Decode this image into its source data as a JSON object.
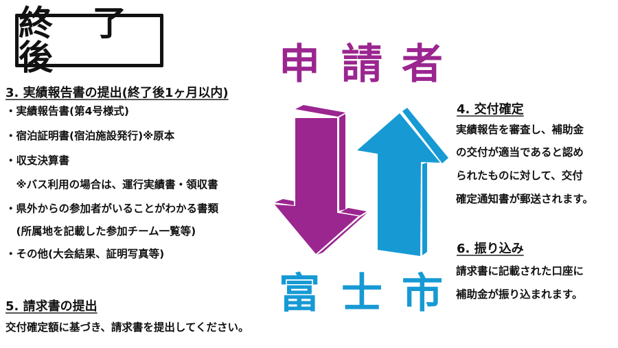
{
  "title_box": {
    "label": "終 了 後"
  },
  "applicant_label": [
    "申",
    "請",
    "者"
  ],
  "city_label": [
    "富",
    "士",
    "市"
  ],
  "colors": {
    "applicant_purple": "#9B2690",
    "city_blue": "#179AD4",
    "text": "#111111"
  },
  "arrows": {
    "down": {
      "icon": "down-arrow",
      "color": "#9B2690",
      "meaning": "申請者 → 富士市"
    },
    "up": {
      "icon": "up-arrow",
      "color": "#179AD4",
      "meaning": "富士市 → 申請者"
    }
  },
  "section3": {
    "heading": "3. 実績報告書の提出(終了後1ヶ月以内)",
    "items": [
      "・実績報告書(第4号様式)",
      "・宿泊証明書(宿泊施設発行)※原本",
      "・収支決算書",
      "　※バス利用の場合は、運行実績書・領収書",
      "・県外からの参加者がいることがわかる書類",
      "　(所属地を記載した参加チーム一覧等)",
      "・その他(大会結果、証明写真等)"
    ]
  },
  "section4": {
    "heading": "4. 交付確定",
    "lines": [
      "実績報告を審査し、補助金",
      "の交付が適当であると認め",
      "られたものに対して、交付",
      "確定通知書が郵送されます。"
    ]
  },
  "section5": {
    "heading": "5. 請求書の提出",
    "lines": [
      "交付確定額に基づき、請求書を提出してください。"
    ]
  },
  "section6": {
    "heading": "6. 振り込み",
    "lines": [
      "請求書に記載された口座に",
      "補助金が振り込まれます。"
    ]
  }
}
